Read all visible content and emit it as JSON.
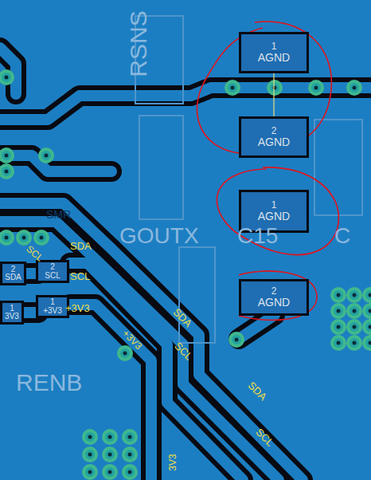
{
  "diagram": {
    "nodes": [
      {
        "text": [
          "1",
          "AGND"
        ]
      },
      {
        "text": [
          "2",
          "AGND"
        ]
      },
      {
        "text": [
          "1",
          "AGND"
        ]
      },
      {
        "text": [
          "2",
          "AGND"
        ]
      },
      {
        "text": [
          "2",
          "SDA"
        ]
      },
      {
        "text": [
          "1",
          "3V3"
        ]
      },
      {
        "text": [
          "2",
          "SCL"
        ]
      },
      {
        "text": [
          "1",
          "+3V3"
        ]
      }
    ],
    "edges": [
      {
        "from": 0,
        "to": 1,
        "arrow": "none"
      }
    ],
    "labels": [
      "RSNS",
      "SMR",
      "SDA",
      "SCL",
      "SCL",
      "+3V3",
      "+3V3",
      "SDA",
      "SCL",
      "SDA",
      "SCL",
      "GOUTX",
      "C15",
      "C",
      "RENB",
      "3V3"
    ]
  }
}
